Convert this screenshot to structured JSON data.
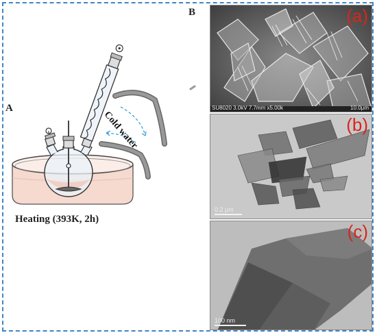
{
  "panels": {
    "label_a": "A",
    "label_b": "B"
  },
  "apparatus": {
    "arrow_label": "Cold water",
    "caption": "Heating (393K, 2h)"
  },
  "micrographs": [
    {
      "tag": "(a)",
      "info": "SU8020 3.0kV 7.7mm x5.00k",
      "scale": "10.0μm"
    },
    {
      "tag": "(b)",
      "scale": "0.2 μm"
    },
    {
      "tag": "(c)",
      "scale": "100 nm"
    }
  ],
  "colors": {
    "frame": "#3f84c4",
    "tag": "#d8261c",
    "bath_liquid": "#f6d9cf"
  }
}
